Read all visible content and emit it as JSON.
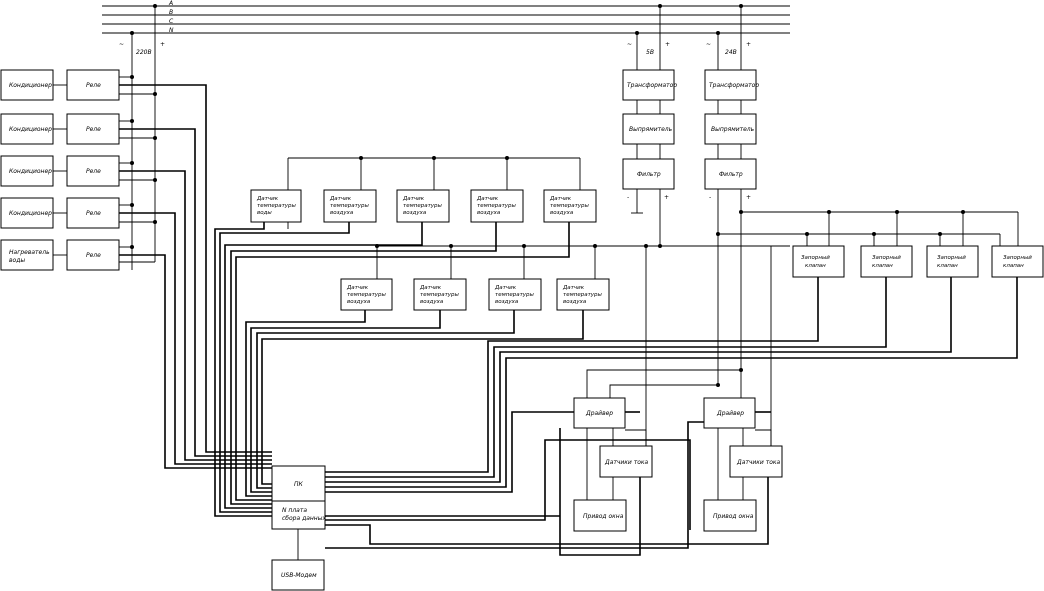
{
  "bus": {
    "phases": [
      "A",
      "B",
      "C",
      "N"
    ],
    "supply_220": {
      "minus": "~",
      "voltage": "220В",
      "plus": "+"
    },
    "supply_5": {
      "minus": "~",
      "voltage": "5В",
      "plus": "+"
    },
    "supply_24": {
      "minus": "~",
      "voltage": "24В",
      "plus": "+"
    }
  },
  "left": {
    "loads": [
      "Кондиционер",
      "Кондиционер",
      "Кондиционер",
      "Кондиционер",
      [
        "Нагреватель",
        "воды"
      ]
    ],
    "relay": "Реле"
  },
  "power": {
    "transformer": "Трансформатор",
    "rectifier": "Выпрямитель",
    "filter": "Фильтр",
    "out_minus": "-",
    "out_plus": "+"
  },
  "sensors_top": [
    [
      "Датчик",
      "температуры",
      "воды"
    ],
    [
      "Датчик",
      "температуры",
      "воздуха"
    ],
    [
      "Датчик",
      "температуры",
      "воздуха"
    ],
    [
      "Датчик",
      "температуры",
      "воздуха"
    ],
    [
      "Датчик",
      "температуры",
      "воздуха"
    ]
  ],
  "sensors_mid": [
    [
      "Датчик",
      "температуры",
      "воздуха"
    ],
    [
      "Датчик",
      "температуры",
      "воздуха"
    ],
    [
      "Датчик",
      "температуры",
      "воздуха"
    ],
    [
      "Датчик",
      "температуры",
      "воздуха"
    ]
  ],
  "valves": [
    [
      "Запорный",
      "клапан"
    ],
    [
      "Запорный",
      "клапан"
    ],
    [
      "Запорный",
      "клапан"
    ],
    [
      "Запорный",
      "клапан"
    ]
  ],
  "drive_units": [
    {
      "driver": "Драйвер",
      "current": "Датчики тока",
      "motor": "Привод окна"
    },
    {
      "driver": "Драйвер",
      "current": "Датчики тока",
      "motor": "Привод окна"
    }
  ],
  "pc": {
    "label": "ПК",
    "board": [
      "N плата",
      "сбора данных"
    ]
  },
  "modem": "USB-Модем"
}
